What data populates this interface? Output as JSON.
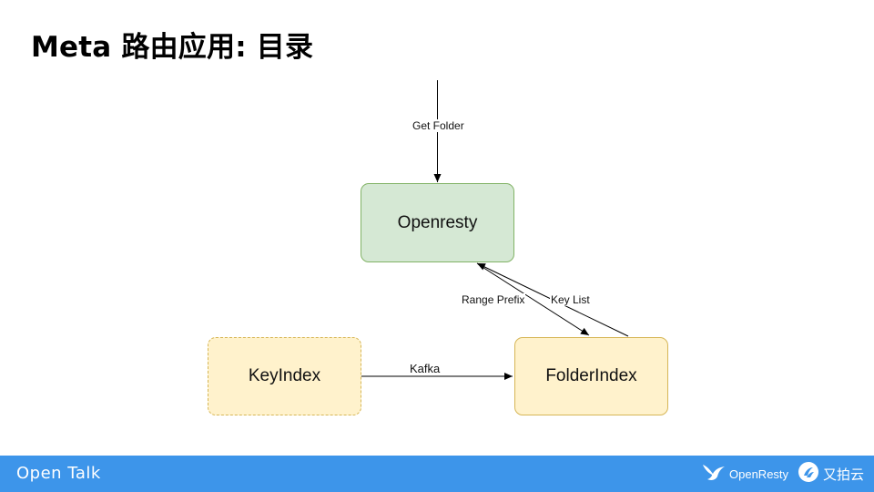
{
  "slide": {
    "title": "Meta 路由应用: 目录"
  },
  "diagram": {
    "nodes": {
      "openresty": "Openresty",
      "keyindex": "KeyIndex",
      "folderindex": "FolderIndex"
    },
    "edges": {
      "get_folder": "Get Folder",
      "range_prefix": "Range Prefix",
      "key_list": "Key List",
      "kafka": "Kafka"
    }
  },
  "footer": {
    "brand": "Open Talk",
    "openresty_logo": "OpenResty",
    "upyun_logo": "又拍云",
    "bar_color": "#3d95ea"
  },
  "icons": {
    "openresty_logo": "bird-logo-icon",
    "upyun_logo": "upyun-logo-icon"
  }
}
